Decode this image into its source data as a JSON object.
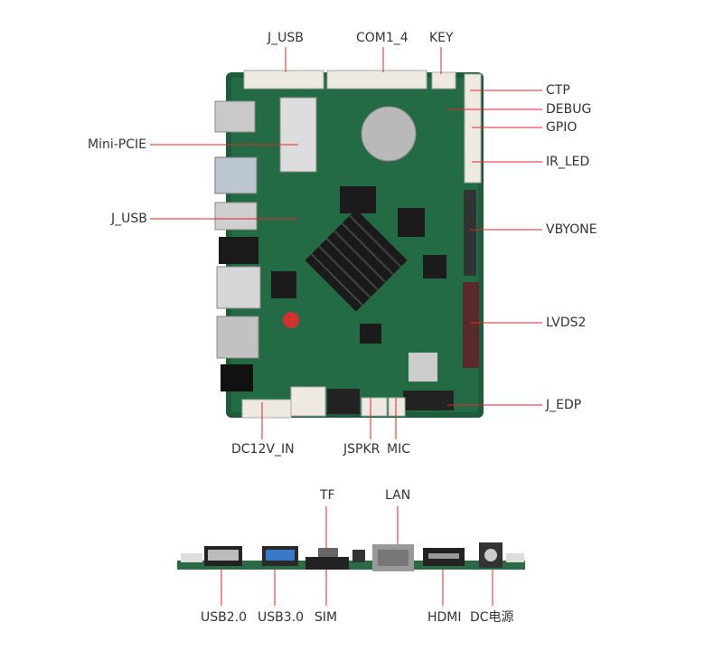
{
  "colors": {
    "leader": "#e0262b",
    "pcb": "#1d5b3b",
    "text": "#333333"
  },
  "top_view": {
    "top_labels": [
      "J_USB",
      "COM1_4",
      "KEY"
    ],
    "right_labels": [
      "CTP",
      "DEBUG",
      "GPIO",
      "IR_LED",
      "VBYONE",
      "LVDS2",
      "J_EDP"
    ],
    "left_labels": [
      "Mini-PCIE",
      "J_USB"
    ],
    "bottom_labels": [
      "DC12V_IN",
      "JSPKR",
      "MIC"
    ]
  },
  "side_view": {
    "top_labels": [
      "TF",
      "LAN"
    ],
    "bottom_labels": [
      "USB2.0",
      "USB3.0",
      "SIM",
      "HDMI",
      "DC电源"
    ]
  }
}
